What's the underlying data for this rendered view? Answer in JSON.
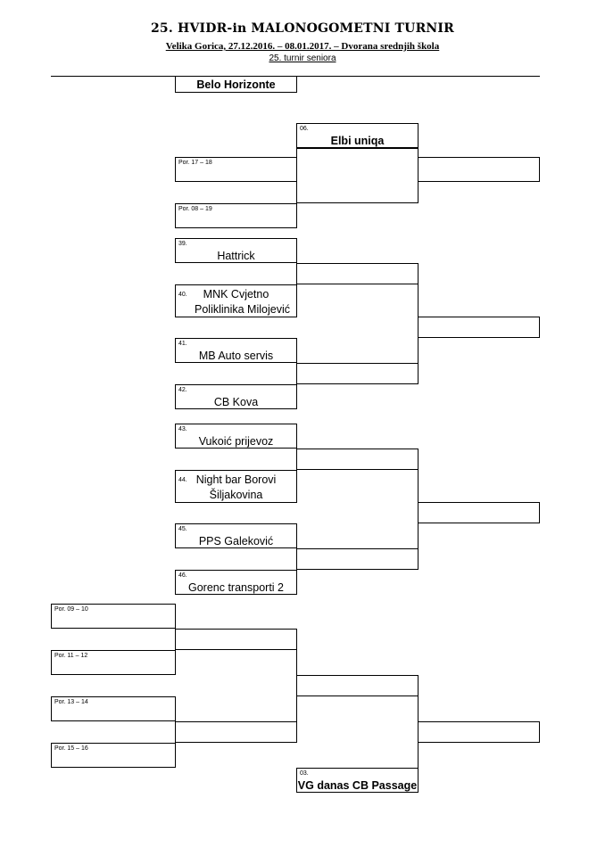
{
  "header": {
    "title": "25. HVIDR-in  MALONOGOMETNI  TURNIR",
    "subtitle": "Velika Gorica,  27.12.2016. – 08.01.2017.  –  Dvorana srednjih škola",
    "subtitle2": "25. turnir seniora"
  },
  "bracket": {
    "top_seed": "Belo Horizonte",
    "seed06": {
      "label": "06.",
      "team": "Elbi uniqa"
    },
    "por17_18": "Por. 17 – 18",
    "por08_19": "Por. 08 – 19",
    "g39": {
      "label": "39.",
      "team": "Hattrick"
    },
    "g40": {
      "label": "40.",
      "team_line1": "MNK Cvjetno",
      "team_line2": "Poliklinika Milojević"
    },
    "g41": {
      "label": "41.",
      "team": "MB Auto servis"
    },
    "g42": {
      "label": "42.",
      "team": "CB Kova"
    },
    "g43": {
      "label": "43.",
      "team": "Vukoić prijevoz"
    },
    "g44": {
      "label": "44.",
      "team_line1": "Night bar Borovi",
      "team_line2": "Šiljakovina"
    },
    "g45": {
      "label": "45.",
      "team": "PPS Galeković"
    },
    "g46": {
      "label": "46.",
      "team": "Gorenc transporti 2"
    },
    "por09_10": "Por. 09 – 10",
    "por11_12": "Por. 11 – 12",
    "por13_14": "Por. 13 – 14",
    "por15_16": "Por. 15 – 16",
    "seed03": {
      "label": "03.",
      "team": "VG danas CB Passage"
    }
  }
}
